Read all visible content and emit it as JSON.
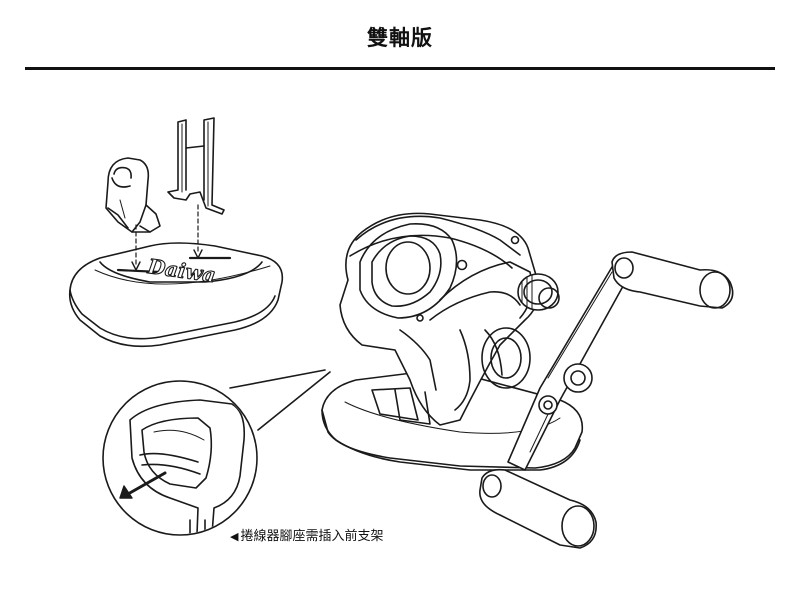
{
  "header": {
    "title": "雙軸版"
  },
  "caption": {
    "marker": "◀",
    "text": "捲線器腳座需插入前支架"
  },
  "stand": {
    "logo_text": "Daiwa"
  }
}
